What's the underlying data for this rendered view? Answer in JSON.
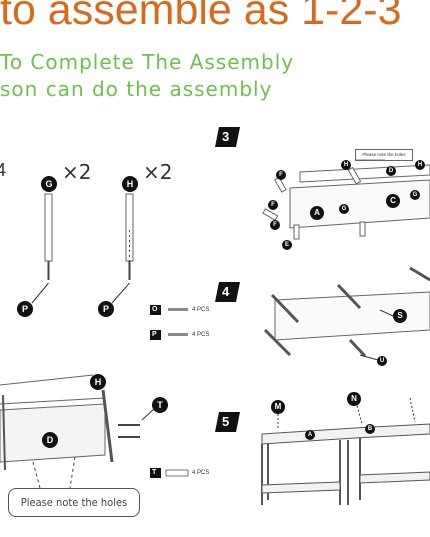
{
  "header": {
    "headline": "to assemble as 1-2-3",
    "sub_line1": "To Complete The Assembly",
    "sub_line2": "son can do the assembly"
  },
  "steps": {
    "step3": "3",
    "step4": "4",
    "step5": "5",
    "partial_step": "4"
  },
  "parts": {
    "g_label": "G",
    "g_qty": "×2",
    "h_label": "H",
    "h_qty": "×2",
    "p_label": "P",
    "d_label": "D",
    "t_label": "T"
  },
  "hardware_list": [
    {
      "letter": "O",
      "qty": "4 PCS"
    },
    {
      "letter": "P",
      "qty": "4 PCS"
    },
    {
      "letter": "T",
      "qty": "4 PCS"
    }
  ],
  "callouts": {
    "please_note_holes": "Please note the holes",
    "mini_note": "Please note the holes"
  },
  "step3_labels": [
    "F",
    "H",
    "D",
    "G",
    "H",
    "F",
    "A",
    "G",
    "C",
    "F",
    "E"
  ],
  "step4_labels": [
    "S",
    "U"
  ],
  "step5_labels": [
    "M",
    "N",
    "A",
    "B"
  ],
  "colors": {
    "headline": "#d86a1c",
    "subline": "#6cc24a",
    "ink": "#111111"
  }
}
